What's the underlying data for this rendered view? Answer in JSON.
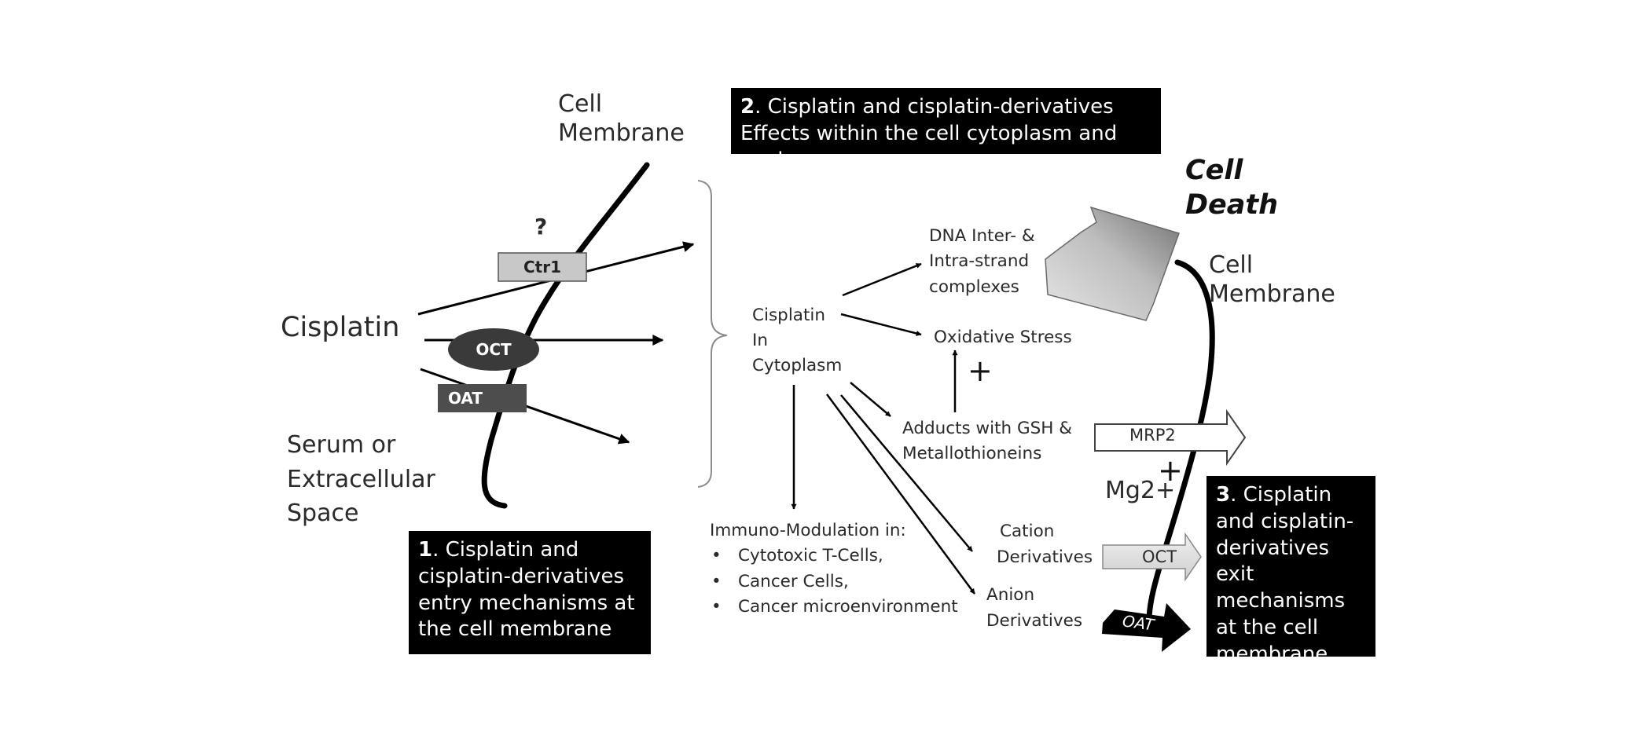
{
  "labels": {
    "cell_membrane_left": [
      "Cell",
      "Membrane"
    ],
    "question_mark": "?",
    "ctr1": "Ctr1",
    "oct_entry": "OCT",
    "oat_entry": "OAT",
    "cisplatin": "Cisplatin",
    "serum": [
      "Serum or",
      "Extracellular",
      "Space"
    ],
    "cisplatin_in_cytoplasm": [
      "Cisplatin",
      "In",
      "Cytoplasm"
    ],
    "dna": [
      "DNA Inter- &",
      "Intra-strand",
      "complexes"
    ],
    "oxidative_stress": "Oxidative Stress",
    "adducts": [
      "Adducts with GSH &",
      "Metallothioneins"
    ],
    "immuno_title": "Immuno-Modulation in:",
    "immuno_items": [
      "Cytotoxic T-Cells,",
      "Cancer Cells,",
      "Cancer microenvironment"
    ],
    "cation": [
      "Cation",
      "Derivatives"
    ],
    "anion": [
      "Anion",
      "Derivatives"
    ],
    "cell_death": [
      "Cell",
      "Death"
    ],
    "cell_membrane_right": [
      "Cell",
      "Membrane"
    ],
    "mrp2": "MRP2",
    "mg": "Mg2+",
    "oct_exit": "OCT",
    "oat_exit": "OAT",
    "plus": "+"
  },
  "boxes": {
    "entry": {
      "num": "1",
      "text": ". Cisplatin and cisplatin-derivatives entry mechanisms at the cell membrane"
    },
    "effects": {
      "num": "2",
      "text": ". Cisplatin and cisplatin-derivatives Effects within the cell cytoplasm and nucleus"
    },
    "exit": {
      "num": "3",
      "text": ". Cisplatin and cisplatin-derivatives exit mechanisms at the cell membrane"
    }
  },
  "colors": {
    "black": "#000000",
    "ctr1_fill": "#c8c8c8",
    "oct_fill": "#3a3a3a",
    "oat_fill": "#4d4d4d",
    "death_arrow_light": "#d9d9d9",
    "death_arrow_dark": "#7a7a7a",
    "oct_exit_fill": "#dcdcdc",
    "bracket": "#8c8c8c"
  }
}
